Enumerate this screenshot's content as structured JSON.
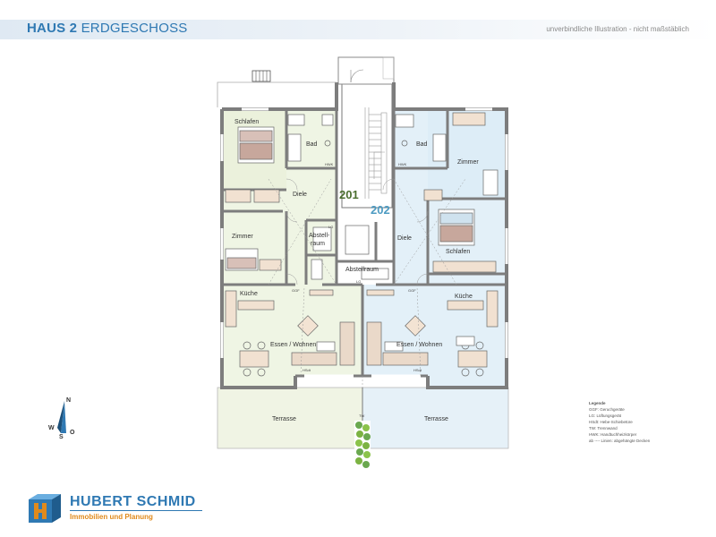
{
  "header": {
    "title_bold": "HAUS 2",
    "title_rest": "ERDGESCHOSS",
    "disclaimer": "unverbindliche Illustration  -  nicht maßstäblich"
  },
  "units": {
    "left": "201",
    "right": "202"
  },
  "rooms": {
    "schlafen_left": "Schlafen",
    "bad_left": "Bad",
    "diele_left": "Diele",
    "zimmer_left": "Zimmer",
    "abstell_left_1": "Abstell-",
    "abstell_left_2": "raum",
    "kueche_left": "Küche",
    "essen_left": "Essen / Wohnen",
    "terrasse_left": "Terrasse",
    "bad_right": "Bad",
    "zimmer_right": "Zimmer",
    "diele_right": "Diele",
    "schlafen_right": "Schlafen",
    "abstellraum_mid": "Abstellraum",
    "kueche_right": "Küche",
    "essen_right": "Essen / Wohnen",
    "terrasse_right": "Terrasse"
  },
  "plan_marks": {
    "hwk_left": "HWK",
    "hwk_right": "HWK",
    "ggf_left": "GGF",
    "ggf_right": "GGF",
    "hsdt_left": "HSdt",
    "hsdt_right": "HSdt",
    "lg_left": "LG",
    "lg_right": "LG",
    "tw": "TW"
  },
  "compass": {
    "n": "N",
    "s": "S",
    "w": "W",
    "o": "O"
  },
  "legend": {
    "title": "Legende",
    "lines": [
      "GGF: Geruchgeräte",
      "LG: Lüftungsgerät",
      "HSdt: Hebe-Schiebetüre",
      "TW: Trennwand",
      "HWK: Handtuchheizkörper",
      "ab ---- Linien: abgehängte Decken"
    ]
  },
  "logo": {
    "name": "HUBERT SCHMID",
    "tagline": "Immobilien und Planung"
  },
  "colors": {
    "accent_blue": "#2f79b3",
    "unit_left_fill": "#eef4e2",
    "unit_right_fill": "#e3f0f8",
    "wall": "#7d7d7d",
    "logo_orange": "#e08a1c"
  }
}
